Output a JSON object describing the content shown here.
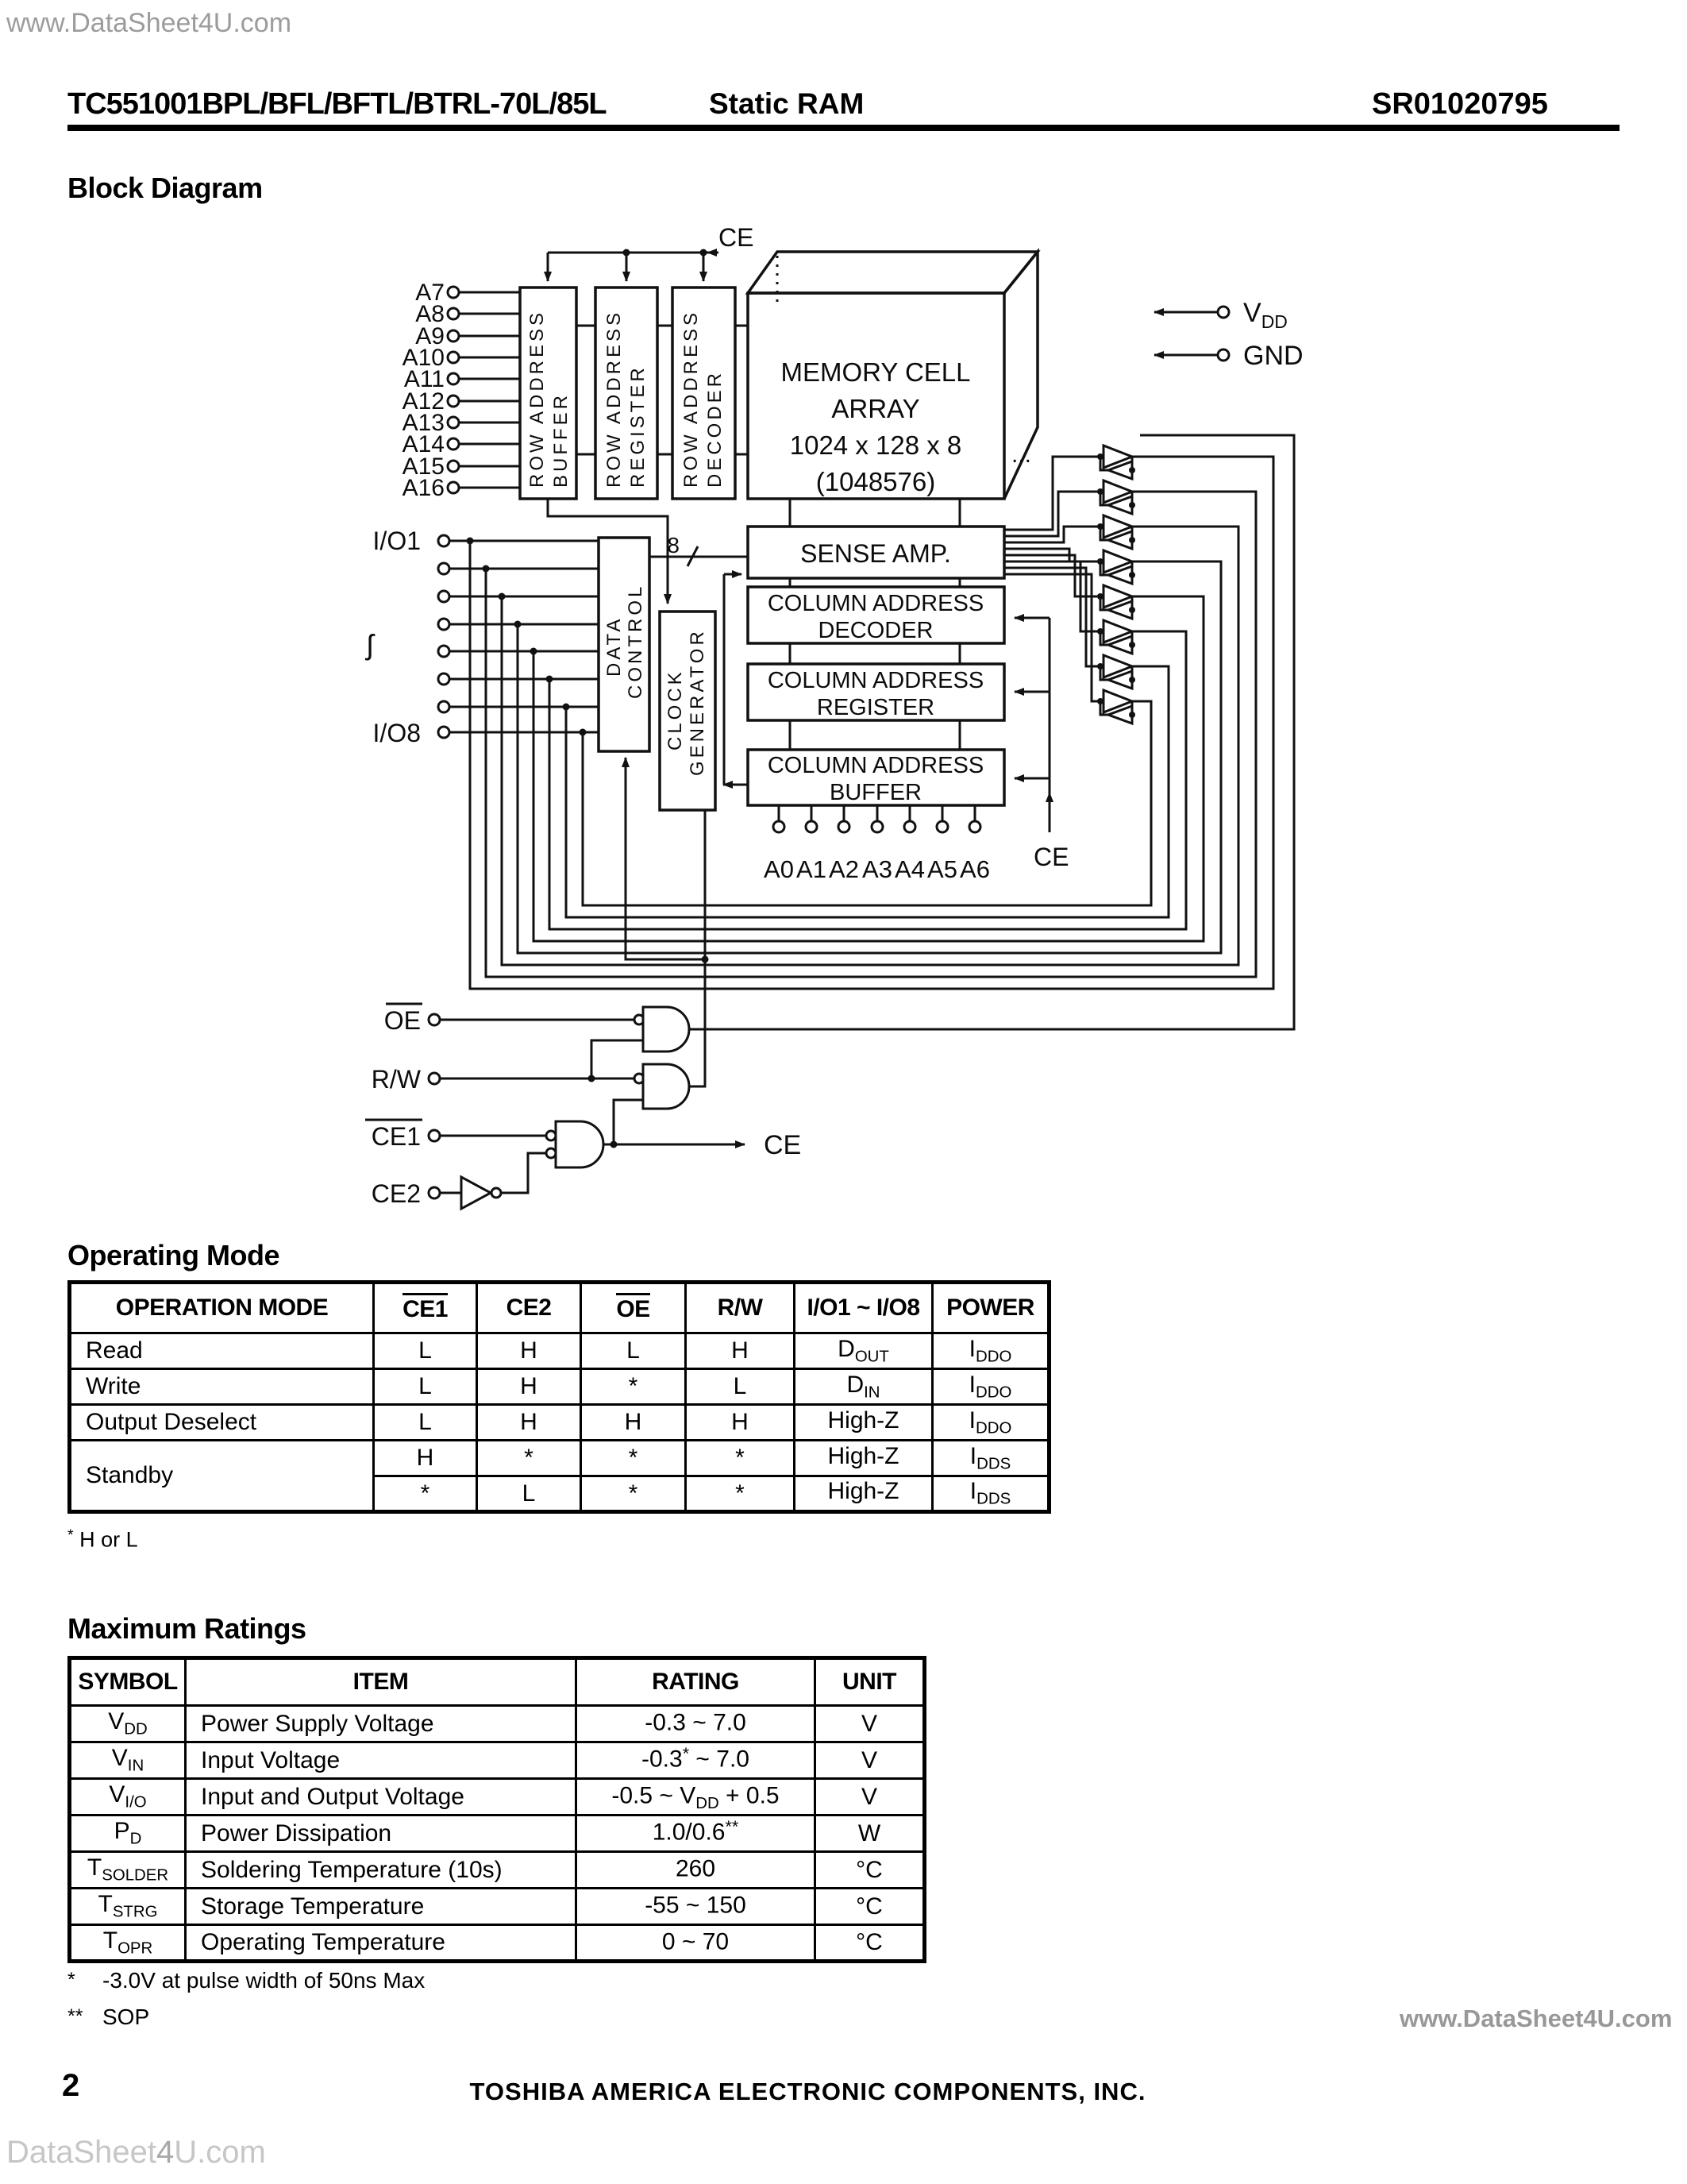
{
  "watermarks": {
    "top": "www.DataSheet4U.com",
    "bottom_right": "www.DataSheet4U.com",
    "bottom_left_pre": "DataSheet",
    "bottom_left_four": "4",
    "bottom_left_post": "U.com"
  },
  "header": {
    "part_number": "TC551001BPL/BFL/BFTL/BTRL-70L/85L",
    "category": "Static RAM",
    "doc_code": "SR01020795"
  },
  "section_titles": {
    "block_diagram": "Block Diagram",
    "operating_mode": "Operating Mode",
    "maximum_ratings": "Maximum Ratings"
  },
  "diagram": {
    "top_signal": "CE",
    "address_pins": [
      "A7",
      "A8",
      "A9",
      "A10",
      "A11",
      "A12",
      "A13",
      "A14",
      "A15",
      "A16"
    ],
    "row_buffer": {
      "line1": "ROW ADDRESS",
      "line2": "BUFFER"
    },
    "row_register": {
      "line1": "ROW ADDRESS",
      "line2": "REGISTER"
    },
    "row_decoder": {
      "line1": "ROW ADDRESS",
      "line2": "DECODER"
    },
    "memory": {
      "line1": "MEMORY CELL",
      "line2": "ARRAY",
      "line3": "1024 x 128 x 8",
      "line4": "(1048576)",
      "ellipsis": "..."
    },
    "power": {
      "vdd_base": "V",
      "vdd_sub": "DD",
      "gnd": "GND"
    },
    "sense_amp": "SENSE AMP.",
    "col_decoder": {
      "line1": "COLUMN ADDRESS",
      "line2": "DECODER"
    },
    "col_register": {
      "line1": "COLUMN ADDRESS",
      "line2": "REGISTER"
    },
    "col_buffer": {
      "line1": "COLUMN ADDRESS",
      "line2": "BUFFER"
    },
    "data_control": {
      "line1": "DATA",
      "line2": "CONTROL"
    },
    "clock_generator": {
      "line1": "CLOCK",
      "line2": "GENERATOR"
    },
    "bus_width": "8",
    "io_first": "I/O1",
    "io_last": "I/O8",
    "io_continuation": "ʃ",
    "col_address_pins": [
      "A0",
      "A1",
      "A2",
      "A3",
      "A4",
      "A5",
      "A6"
    ],
    "ce_column": "CE",
    "ce_out": "CE",
    "oe": "OE",
    "rw": "R/W",
    "ce1": "CE1",
    "ce2": "CE2"
  },
  "operating_mode_table": {
    "headers": [
      "OPERATION MODE",
      "CE1",
      "CE2",
      "OE",
      "R/W",
      "I/O1 ~ I/O8",
      "POWER"
    ],
    "rows": [
      {
        "mode": "Read",
        "ce1": "L",
        "ce2": "H",
        "oe": "L",
        "rw": "H",
        "io": {
          "base": "D",
          "sub": "OUT"
        },
        "power": {
          "base": "I",
          "sub": "DDO"
        }
      },
      {
        "mode": "Write",
        "ce1": "L",
        "ce2": "H",
        "oe": "*",
        "rw": "L",
        "io": {
          "base": "D",
          "sub": "IN"
        },
        "power": {
          "base": "I",
          "sub": "DDO"
        }
      },
      {
        "mode": "Output Deselect",
        "ce1": "L",
        "ce2": "H",
        "oe": "H",
        "rw": "H",
        "io": {
          "base": "High-Z",
          "sub": ""
        },
        "power": {
          "base": "I",
          "sub": "DDO"
        }
      },
      {
        "mode": "Standby",
        "ce1": "H",
        "ce2": "*",
        "oe": "*",
        "rw": "*",
        "io": {
          "base": "High-Z",
          "sub": ""
        },
        "power": {
          "base": "I",
          "sub": "DDS"
        }
      },
      {
        "mode": "",
        "ce1": "*",
        "ce2": "L",
        "oe": "*",
        "rw": "*",
        "io": {
          "base": "High-Z",
          "sub": ""
        },
        "power": {
          "base": "I",
          "sub": "DDS"
        }
      }
    ],
    "footnote_mark": "*",
    "footnote_text": "H or L"
  },
  "maximum_ratings_table": {
    "headers": [
      "SYMBOL",
      "ITEM",
      "RATING",
      "UNIT"
    ],
    "rows": [
      {
        "sym_base": "V",
        "sym_sub": "DD",
        "item": "Power Supply Voltage",
        "rating_pre": "-0.3 ~ 7.0",
        "unit": "V"
      },
      {
        "sym_base": "V",
        "sym_sub": "IN",
        "item": "Input Voltage",
        "rating_pre": "-0.3",
        "rating_sup": "*",
        "rating_post": " ~ 7.0",
        "unit": "V"
      },
      {
        "sym_base": "V",
        "sym_sub": "I/O",
        "item": "Input and Output Voltage",
        "rating_pre": "-0.5 ~ V",
        "rating_sub": "DD",
        "rating_post": " + 0.5",
        "unit": "V"
      },
      {
        "sym_base": "P",
        "sym_sub": "D",
        "item": "Power Dissipation",
        "rating_pre": "1.0/0.6",
        "rating_sup": "**",
        "unit": "W"
      },
      {
        "sym_base": "T",
        "sym_sub": "SOLDER",
        "item": "Soldering Temperature (10s)",
        "rating_pre": "260",
        "unit": "°C"
      },
      {
        "sym_base": "T",
        "sym_sub": "STRG",
        "item": "Storage Temperature",
        "rating_pre": "-55 ~ 150",
        "unit": "°C"
      },
      {
        "sym_base": "T",
        "sym_sub": "OPR",
        "item": "Operating Temperature",
        "rating_pre": "0 ~ 70",
        "unit": "°C"
      }
    ]
  },
  "footnotes": {
    "f1_mark": "*",
    "f1_text": "-3.0V at pulse width of 50ns Max",
    "f2_mark": "**",
    "f2_text": "SOP"
  },
  "footer": {
    "page": "2",
    "company": "TOSHIBA AMERICA ELECTRONIC COMPONENTS, INC."
  }
}
